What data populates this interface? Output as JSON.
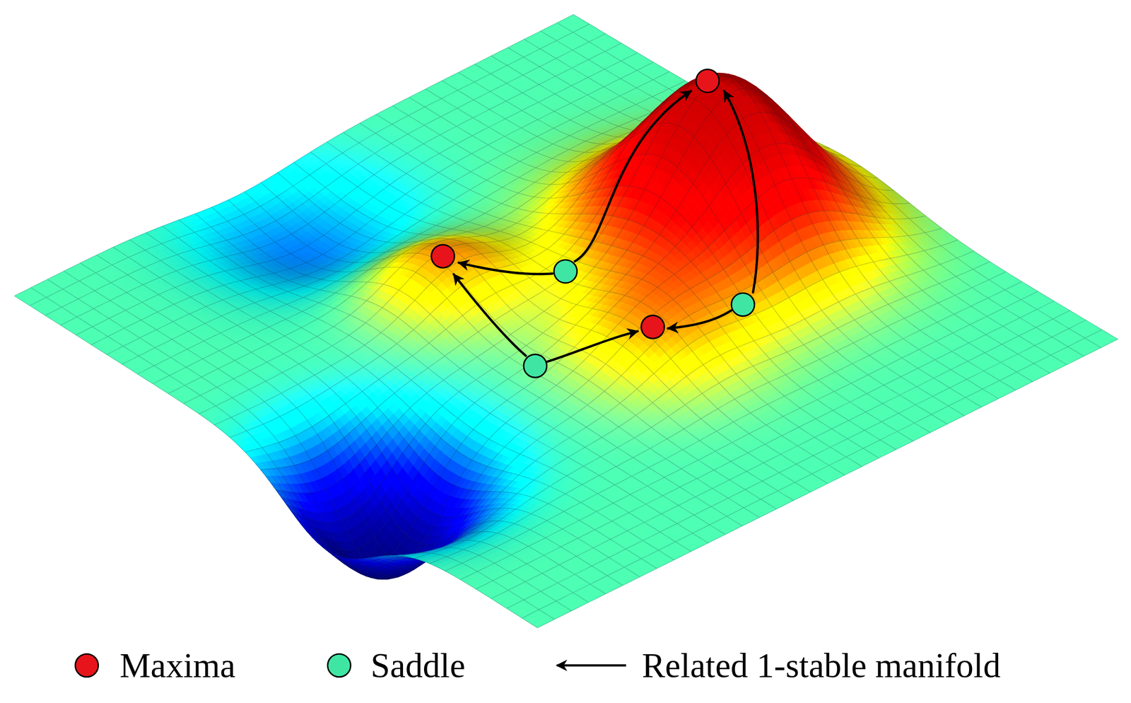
{
  "diagram": {
    "legend": [
      {
        "text": "Maxima",
        "color": "#e8141b"
      },
      {
        "text": "Saddle",
        "color": "#3fe6a3"
      },
      {
        "text": "Related 1-stable manifold"
      }
    ]
  }
}
